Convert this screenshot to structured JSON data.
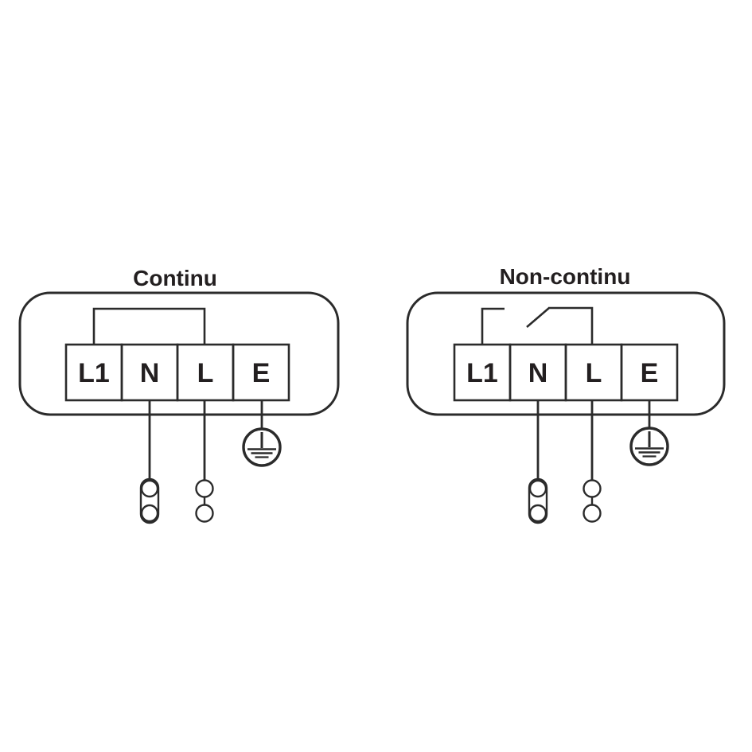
{
  "page": {
    "background": "#ffffff"
  },
  "colors": {
    "line": "#2b2b2b",
    "text": "#231f20"
  },
  "diagrams": [
    {
      "title": "Continu",
      "terminals": [
        "L1",
        "N",
        "L",
        "E"
      ],
      "bridge_type": "fixed-link",
      "bridge_between": "L1-L",
      "outputs": [
        "neutral-lead",
        "live-lead",
        "earth-ground"
      ]
    },
    {
      "title": "Non-continu",
      "terminals": [
        "L1",
        "N",
        "L",
        "E"
      ],
      "bridge_type": "switched-link",
      "bridge_between": "L1-L",
      "outputs": [
        "neutral-lead",
        "live-lead",
        "earth-ground"
      ]
    }
  ]
}
